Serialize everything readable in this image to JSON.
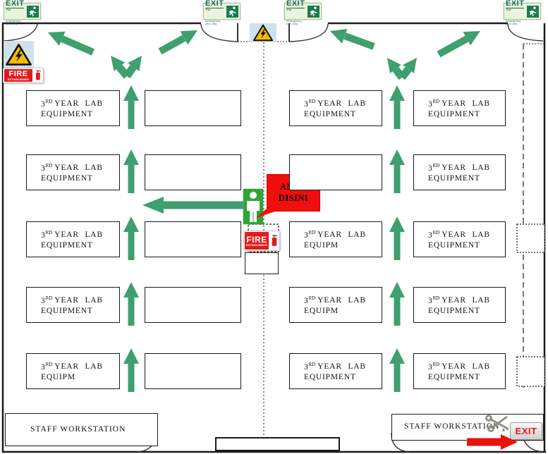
{
  "floor_plan": {
    "exit_sign": {
      "title": "EXIT",
      "sub_small": "For",
      "sub_line": "emergency use only"
    },
    "fire_extinguisher_sign": {
      "line1": "FIRE",
      "line2": "EXTINGUISHER"
    },
    "you_are_here_callout": {
      "line1": "ANDA",
      "line2": "DISINI"
    },
    "lab_box_label": {
      "number": "3",
      "ordinal": "RD",
      "line1_rest": "YEAR LAB",
      "line2_full": "EQUIPMENT",
      "line2_short": "EQUIPM"
    },
    "staff_workstation_label": "STAFF WORKSTATION",
    "exit_door_sign": "EXIT",
    "colors": {
      "route_arrow_green": "#3f9f6e",
      "emergency_red": "#ee1410",
      "exit_sign_green": "#166e4b",
      "exit_sign_bg": "#eaf4dc",
      "hazard_yellow": "#f6b900",
      "hazard_panel_blue": "#cfe2ea",
      "person_green": "#2fa535",
      "crescent_red": "#cc2229"
    }
  }
}
